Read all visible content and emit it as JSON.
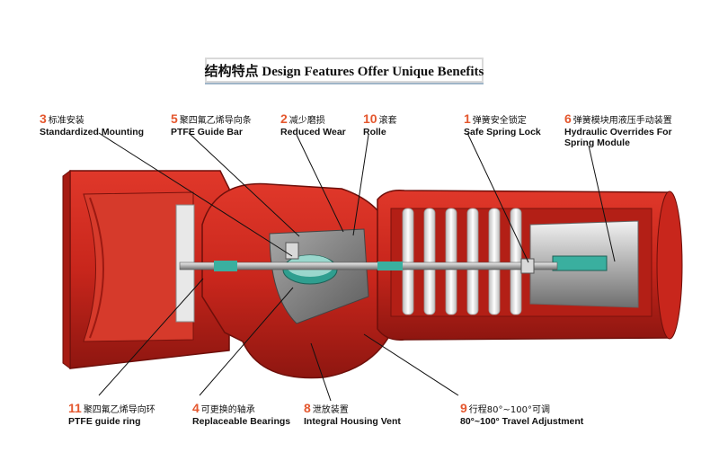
{
  "title": "结构特点 Design Features Offer Unique Benefits",
  "colors": {
    "body_red": "#c8261c",
    "dark_red": "#8e1610",
    "grey": "#8a8a8a",
    "spring": "#f0f0f0",
    "teal": "#2f9e8f",
    "number": "#e4572e"
  },
  "callouts": [
    {
      "id": "c3",
      "num": "3",
      "cn": "标准安装",
      "en": "Standardized Mounting"
    },
    {
      "id": "c5",
      "num": "5",
      "cn": "聚四氟乙烯导向条",
      "en": "PTFE Guide Bar"
    },
    {
      "id": "c2",
      "num": "2",
      "cn": "减少磨损",
      "en": "Reduced Wear"
    },
    {
      "id": "c10",
      "num": "10",
      "cn": "滚套",
      "en": "Rolle"
    },
    {
      "id": "c1",
      "num": "1",
      "cn": "弹簧安全锁定",
      "en": "Safe Spring Lock"
    },
    {
      "id": "c6",
      "num": "6",
      "cn": "弹簧模块用液压手动装置",
      "en": "Hydraulic Overrides For Spring Module"
    },
    {
      "id": "c11",
      "num": "11",
      "cn": "聚四氟乙烯导向环",
      "en": "PTFE guide ring"
    },
    {
      "id": "c4",
      "num": "4",
      "cn": "可更换的轴承",
      "en": "Replaceable Bearings"
    },
    {
      "id": "c8",
      "num": "8",
      "cn": "泄放装置",
      "en": "Integral Housing Vent"
    },
    {
      "id": "c9",
      "num": "9",
      "cn": "行程80°~100°可调",
      "en": "80°~100° Travel Adjustment"
    }
  ]
}
